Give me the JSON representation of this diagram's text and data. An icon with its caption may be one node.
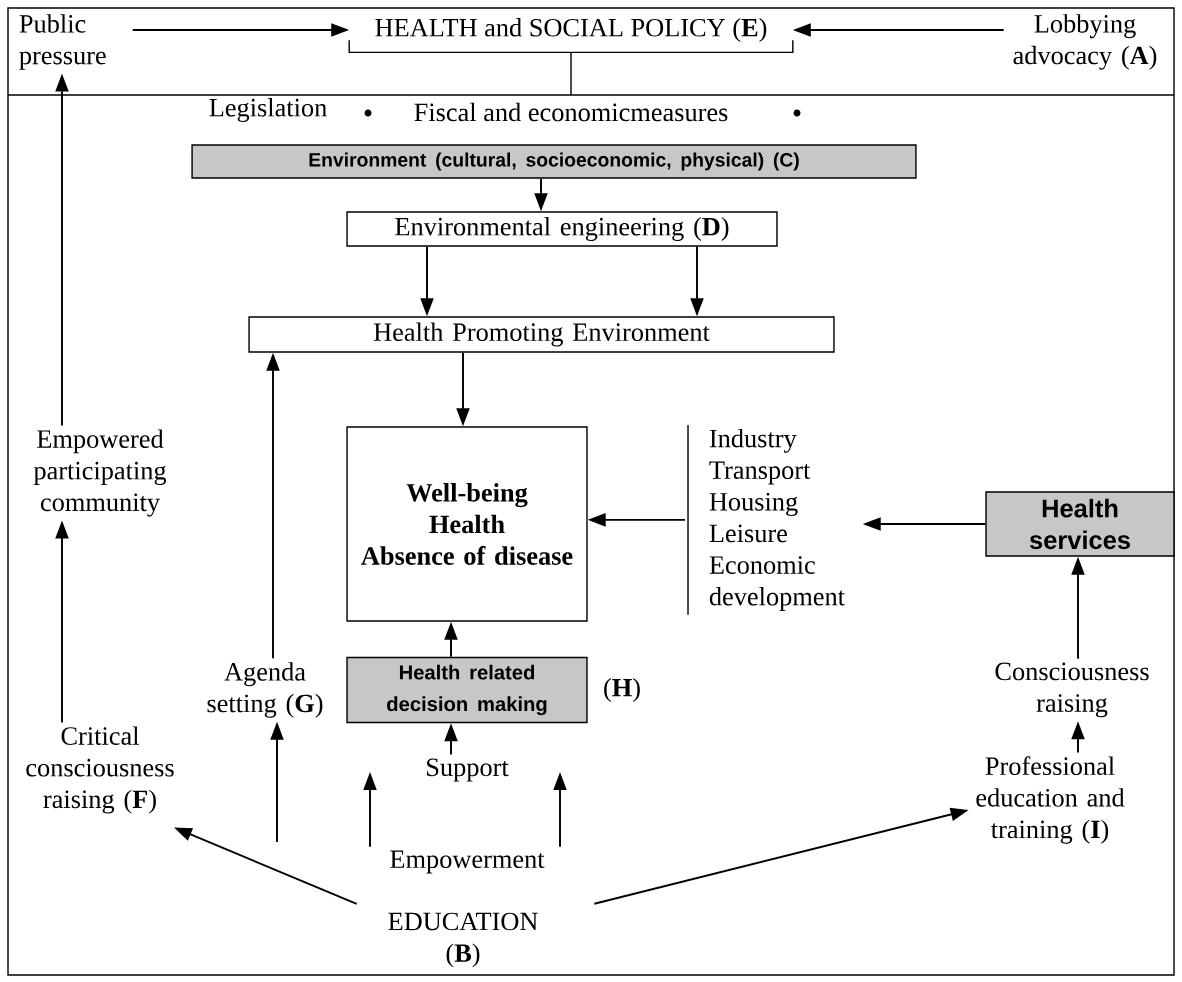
{
  "diagram": {
    "nodes": [
      {
        "text": [
          "Public pressure"
        ]
      },
      {
        "text": [
          "HEALTH and  SOCIAL POLICY (**E**)"
        ]
      },
      {
        "text": [
          "Lobbying advocacy (**A**)"
        ]
      },
      {
        "text": [
          "Environment (cultural, socioeconomic, physical) (**C**)"
        ]
      },
      {
        "text": [
          "Environmental engineering (**D**)"
        ]
      },
      {
        "text": [
          "Health Promoting Environment"
        ]
      },
      {
        "text": [
          "Empowered participating community"
        ]
      },
      {
        "text": [
          "Well-being",
          "Health",
          "Absence of disease"
        ]
      },
      {
        "text": [
          "Industry",
          "Transport",
          "Housing",
          "Leisure",
          "Economic development"
        ]
      },
      {
        "text": [
          "Health services"
        ]
      },
      {
        "text": [
          "Agenda setting (**G**)"
        ]
      },
      {
        "text": [
          "Health related decision making"
        ],
        "beside": [
          "(**H**)"
        ]
      },
      {
        "text": [
          "Consciousness raising"
        ]
      },
      {
        "text": [
          "Critical consciousness raising (**F**)"
        ]
      },
      {
        "text": [
          "Support"
        ]
      },
      {
        "text": [
          "Professional education and training (**I**)"
        ]
      },
      {
        "text": [
          "Empowerment"
        ]
      },
      {
        "text": [
          "EDUCATION (**B**)"
        ]
      }
    ],
    "edges": [
      {
        "from": 0,
        "to": 1,
        "arrow": "to"
      },
      {
        "from": 2,
        "to": 1,
        "arrow": "to"
      },
      {
        "from": 6,
        "to": 0,
        "arrow": "to"
      },
      {
        "from": 3,
        "to": 4,
        "arrow": "to"
      },
      {
        "from": 4,
        "to": 5,
        "arrow": "to"
      },
      {
        "from": 4,
        "to": 5,
        "arrow": "to"
      },
      {
        "from": 5,
        "to": 7,
        "arrow": "to"
      },
      {
        "from": 10,
        "to": 5,
        "arrow": "to"
      },
      {
        "from": 8,
        "to": 7,
        "arrow": "to"
      },
      {
        "from": 9,
        "to": 8,
        "arrow": "to"
      },
      {
        "from": 11,
        "to": 7,
        "arrow": "to"
      },
      {
        "from": 12,
        "to": 9,
        "arrow": "to"
      },
      {
        "from": 13,
        "to": 6,
        "arrow": "to"
      },
      {
        "from": 14,
        "to": 11,
        "arrow": "to"
      },
      {
        "from": 15,
        "to": 12,
        "arrow": "to"
      },
      {
        "from": 17,
        "to": 13,
        "arrow": "to"
      },
      {
        "from": 17,
        "to": 15,
        "arrow": "to"
      },
      {
        "from": null,
        "to": 10,
        "arrow": "to"
      },
      {
        "from": 16,
        "to": null,
        "arrow": "to"
      },
      {
        "from": 16,
        "to": null,
        "arrow": "to"
      }
    ],
    "labels": [
      "Legislation",
      "Fiscal and economicmeasures"
    ]
  }
}
